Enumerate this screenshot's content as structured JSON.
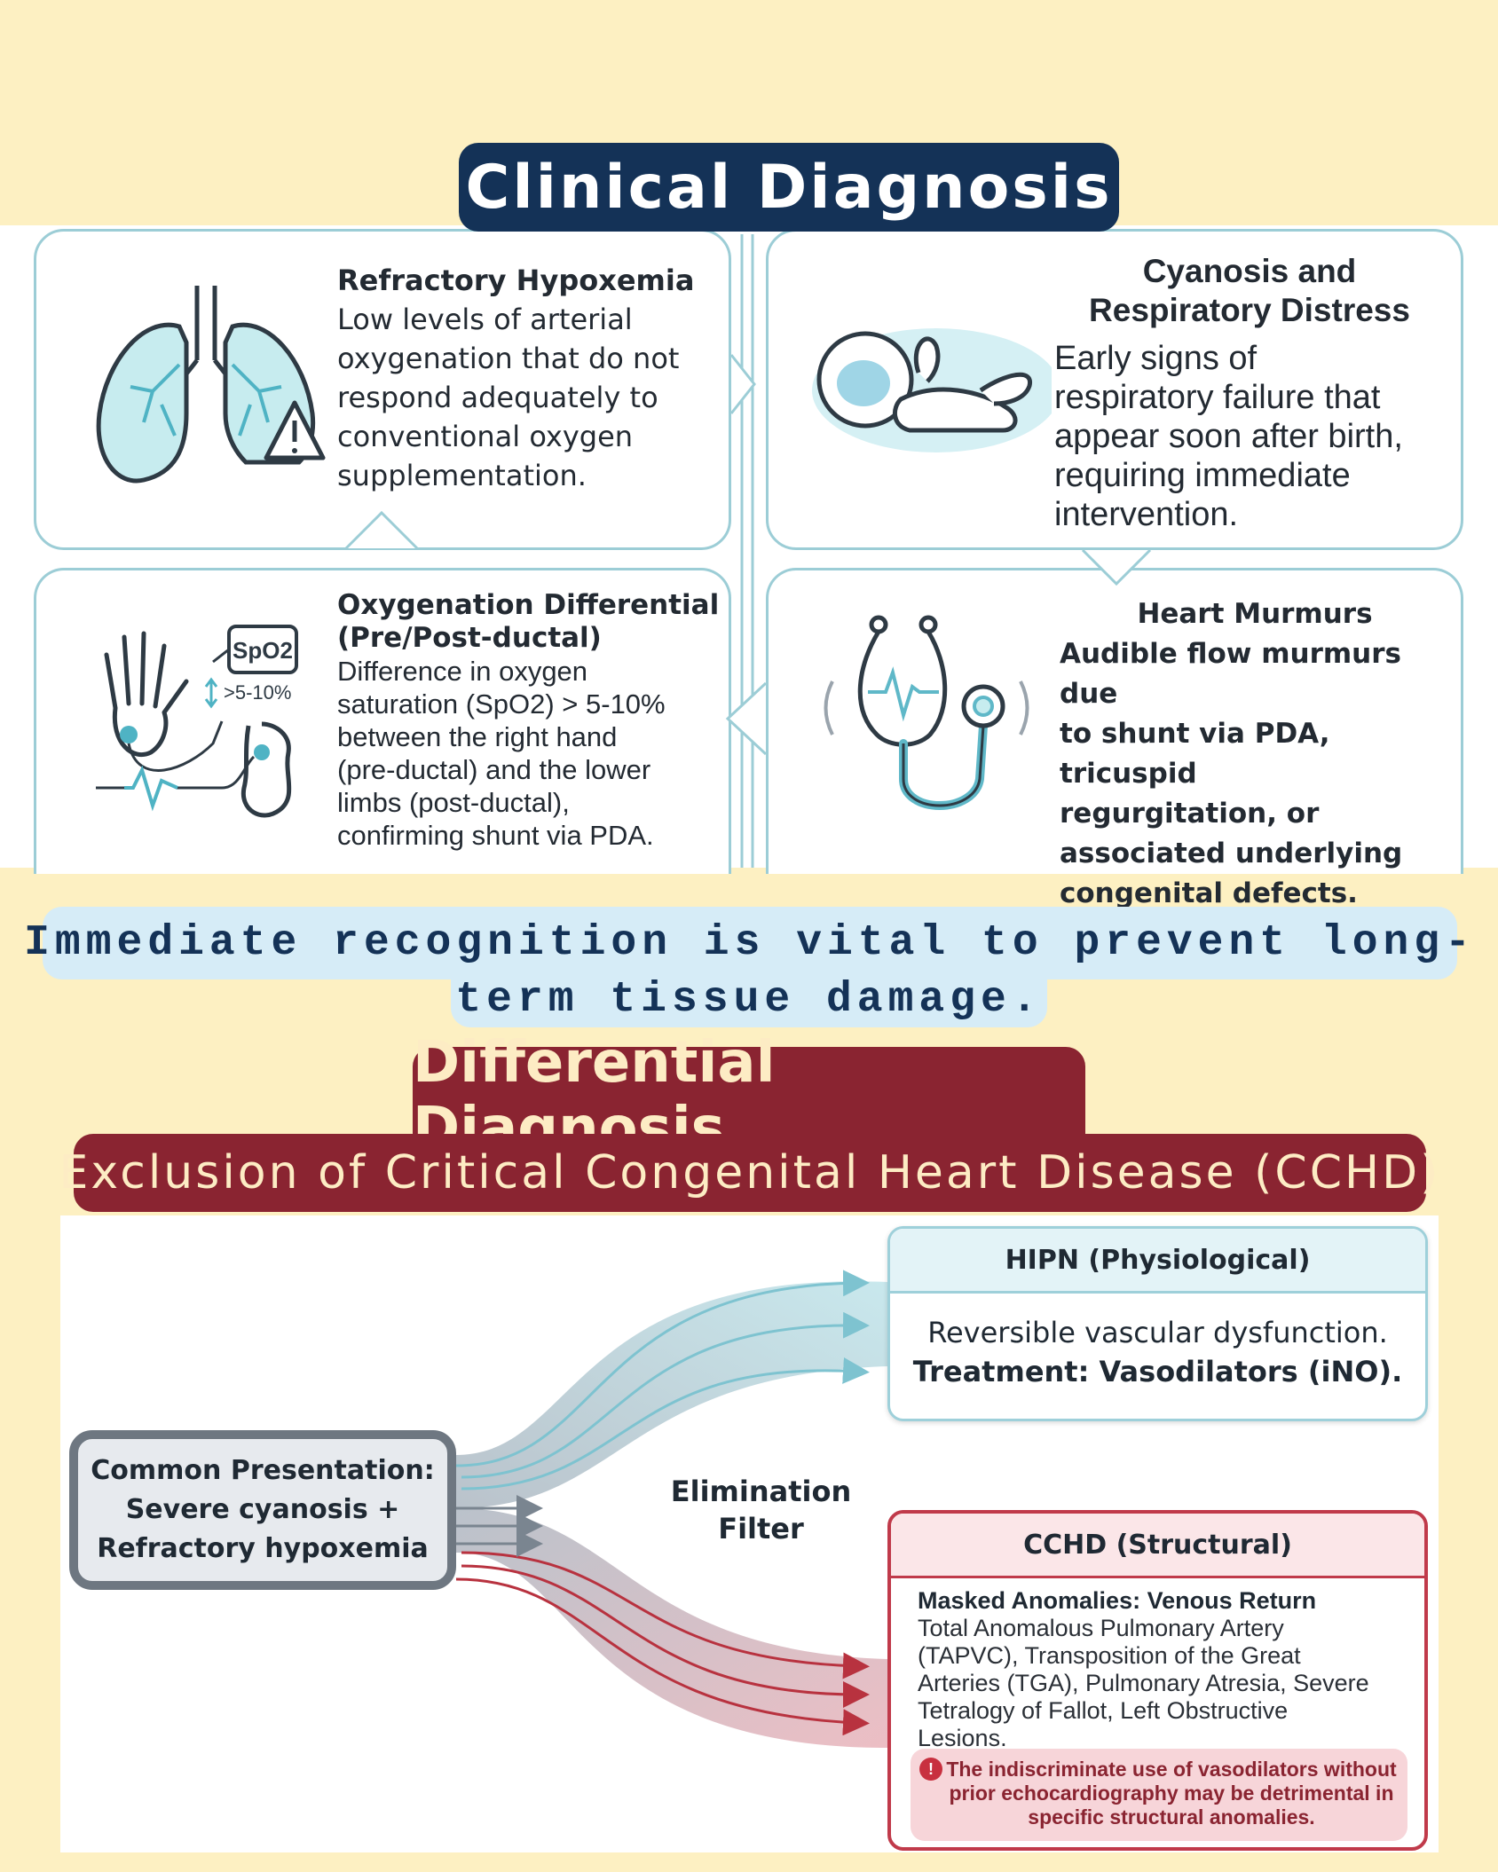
{
  "clinical": {
    "title": "Clinical Diagnosis",
    "cards": [
      {
        "title": "Refractory Hypoxemia",
        "body": [
          "Low levels of arterial",
          "oxygenation that do not",
          "respond adequately to",
          "conventional oxygen",
          "supplementation."
        ]
      },
      {
        "title": [
          "Cyanosis and",
          "Respiratory Distress"
        ],
        "body": [
          "Early signs of",
          "respiratory failure that",
          "appear soon after birth,",
          "requiring immediate",
          "intervention."
        ]
      },
      {
        "title": [
          "Oxygenation Differential",
          "(Pre/Post-ductal)"
        ],
        "body": [
          "Difference in oxygen",
          "saturation (SpO2) > 5-10%",
          "between the right hand",
          "(pre-ductal) and the lower",
          "limbs (post-ductal),",
          "confirming shunt via PDA."
        ],
        "icon_labels": {
          "spo2": "SpO2",
          "diff": ">5-10%"
        }
      },
      {
        "title": "Heart Murmurs",
        "body": [
          "Audible flow murmurs due",
          "to shunt via PDA, tricuspid",
          "regurgitation, or",
          "associated underlying",
          "congenital defects."
        ]
      }
    ],
    "icons": [
      "lungs-warning-icon",
      "infant-icon",
      "hand-foot-oximeter-icon",
      "stethoscope-icon"
    ],
    "accent": "#5fb8c8"
  },
  "banner": {
    "line1": "Immediate recognition is vital to prevent long-",
    "line2": "term tissue damage."
  },
  "differential": {
    "title": "Differential Diagnosis",
    "subtitle": "Exclusion of Critical Congenital Heart Disease (CCHD)",
    "common": [
      "Common Presentation:",
      "Severe cyanosis +",
      "Refractory hypoxemia"
    ],
    "filter_label": [
      "Elimination",
      "Filter"
    ],
    "hipn": {
      "title": "HIPN (Physiological)",
      "line1": "Reversible vascular dysfunction.",
      "line2": "Treatment: Vasodilators (iNO)."
    },
    "cchd": {
      "title": "CCHD (Structural)",
      "subtitle": "Masked Anomalies: Venous Return",
      "body": [
        "Total Anomalous Pulmonary Artery",
        "(TAPVC), Transposition of the Great",
        "Arteries (TGA), Pulmonary Atresia, Severe",
        "Tetralogy of Fallot, Left Obstructive",
        "Lesions."
      ],
      "warning": [
        "The indiscriminate use of vasodilators without",
        "prior echocardiography may be detrimental in",
        "specific structural anomalies."
      ]
    },
    "colors": {
      "brand": "#8a2431",
      "physiological": "#9ed0da",
      "structural": "#c03a4a"
    }
  }
}
